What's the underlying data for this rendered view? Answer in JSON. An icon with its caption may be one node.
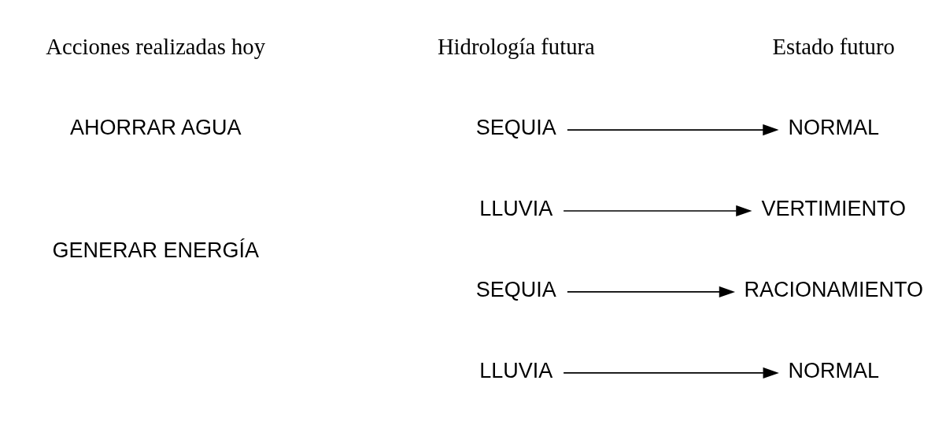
{
  "diagram": {
    "nodes": [
      {
        "text": [
          "AHORRAR AGUA"
        ]
      },
      {
        "text": [
          "SEQUIA"
        ]
      },
      {
        "text": [
          "LLUVIA"
        ]
      },
      {
        "text": [
          "NORMAL"
        ]
      },
      {
        "text": [
          "VERTIMIENTO"
        ]
      },
      {
        "text": [
          "GENERAR ENERGÍA"
        ]
      },
      {
        "text": [
          "SEQUIA"
        ]
      },
      {
        "text": [
          "LLUVIA"
        ]
      },
      {
        "text": [
          "RACIONAMIENTO"
        ]
      },
      {
        "text": [
          "NORMAL"
        ]
      }
    ],
    "edges": [
      {
        "from": 1,
        "to": 3,
        "arrow": "to"
      },
      {
        "from": 2,
        "to": 4,
        "arrow": "to"
      },
      {
        "from": 6,
        "to": 8,
        "arrow": "to"
      },
      {
        "from": 7,
        "to": 9,
        "arrow": "to"
      }
    ],
    "labels": [
      "Acciones realizadas hoy",
      "Hidrología futura",
      "Estado futuro"
    ]
  }
}
